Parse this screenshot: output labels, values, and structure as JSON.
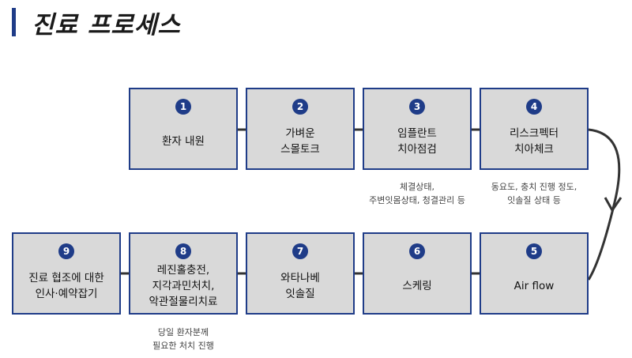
{
  "page": {
    "title": "진료 프로세스"
  },
  "steps": [
    {
      "num": "1",
      "label": "환자 내원"
    },
    {
      "num": "2",
      "label": "가벼운\n스몰토크"
    },
    {
      "num": "3",
      "label": "임플란트\n치아점검"
    },
    {
      "num": "4",
      "label": "리스크펙터\n치아체크"
    },
    {
      "num": "5",
      "label": "Air flow"
    },
    {
      "num": "6",
      "label": "스케링"
    },
    {
      "num": "7",
      "label": "와타나베\n잇솔질"
    },
    {
      "num": "8",
      "label": "레진홀충전,\n지각과민처치,\n악관절물리치료"
    },
    {
      "num": "9",
      "label": "진료 협조에 대한\n인사·예약잡기"
    }
  ],
  "notes": {
    "step3": "체결상태,\n주변잇몸상태, 청결관리 등",
    "step4": "동요도, 충치 진행 정도,\n잇솔질 상태 등",
    "step8": "당일 환자분께\n필요한 처치 진행"
  },
  "colors": {
    "accent": "#1f3c88",
    "box_fill": "#d9d9d9",
    "connector": "#333333"
  }
}
